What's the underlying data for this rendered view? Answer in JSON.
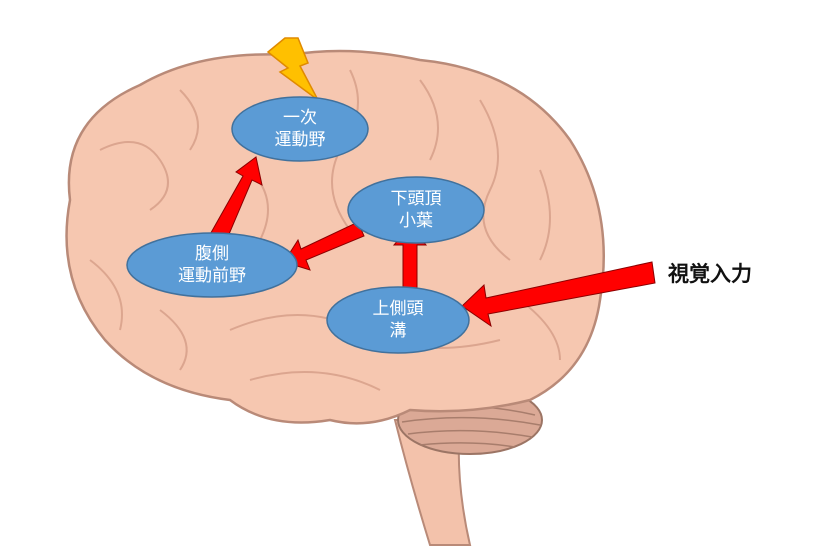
{
  "regions": [
    {
      "id": "primary-motor",
      "lines": [
        "一次",
        "運動野"
      ]
    },
    {
      "id": "inferior-parietal",
      "lines": [
        "下頭頂",
        "小葉"
      ]
    },
    {
      "id": "ventral-premotor",
      "lines": [
        "腹側",
        "運動前野"
      ]
    },
    {
      "id": "superior-temporal-sulcus",
      "lines": [
        "上側頭",
        "溝"
      ]
    }
  ],
  "input_label": "視覚入力",
  "colors": {
    "ellipse": "#5b9bd5",
    "arrow": "#ff0000",
    "brain": "#f6c7b0",
    "brain_outline": "#b98a78",
    "bolt": "#ffc000"
  }
}
